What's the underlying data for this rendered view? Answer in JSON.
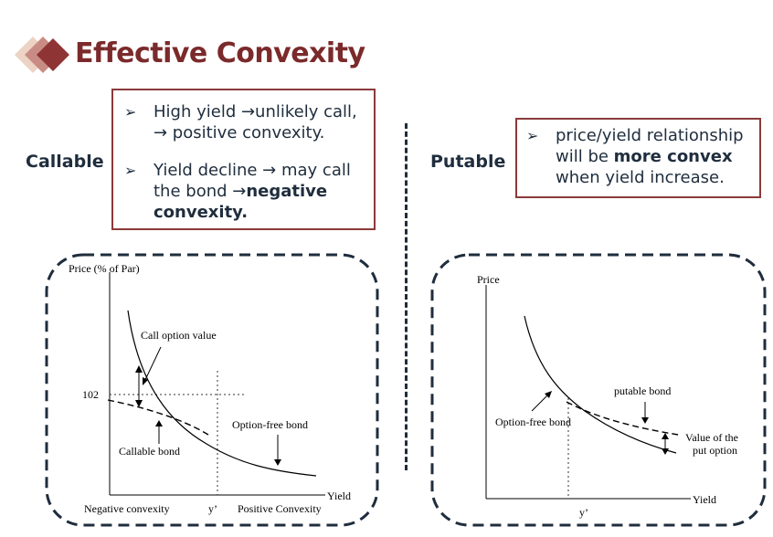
{
  "title": "Effective Convexity",
  "callable": {
    "label": "Callable",
    "bullets": [
      {
        "lines": [
          "High yield →unlikely call,",
          "→ positive convexity."
        ]
      },
      {
        "line1": "Yield decline → may call",
        "line2_plain": "the bond →",
        "line2_bold": "negative",
        "line3_bold": "convexity."
      }
    ]
  },
  "putable": {
    "label": "Putable",
    "bullet": {
      "line1": "price/yield relationship",
      "line2_plain": "will be ",
      "line2_bold": "more convex",
      "line3": "when yield increase."
    }
  },
  "bullet_glyph": "➢",
  "colors": {
    "title": "#7b2a2b",
    "box_border": "#8b3a3a",
    "frame": "#1f2d3d",
    "logo_dark": "#8e3434",
    "logo_mid": "#c98c84",
    "logo_light": "#ecd3c4"
  },
  "left_chart": {
    "y_axis_label": "Price (% of Par)",
    "x_axis_label": "Yield",
    "y_tick": "102",
    "x_tick": "y’",
    "label_negative": "Negative convexity",
    "label_positive": "Positive Convexity",
    "label_call_option": "Call option value",
    "label_option_free": "Option-free bond",
    "label_callable": "Callable bond"
  },
  "right_chart": {
    "y_axis_label": "Price",
    "x_axis_label": "Yield",
    "x_tick": "y’",
    "label_putable": "putable bond",
    "label_option_free": "Option-free bond",
    "label_value_line1": "Value of the",
    "label_value_line2": "put option"
  }
}
